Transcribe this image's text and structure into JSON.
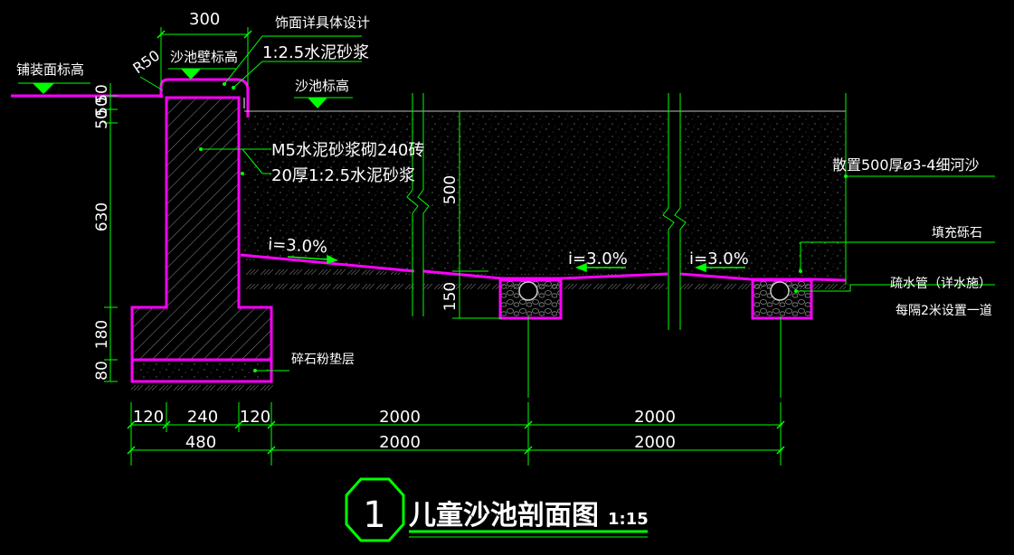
{
  "labels": {
    "paving_level": "铺装面标高",
    "sandpit_wall_level": "沙池壁标高",
    "radius": "R50",
    "finish": "饰面详具体设计",
    "mortar_top": "1:2.5水泥砂浆",
    "sand_level": "沙池标高",
    "brick_wall": "M5水泥砂浆砌240砖",
    "mortar_20": "20厚1:2.5水泥砂浆",
    "sand_fill": "散置500厚ø3-4细河沙",
    "gravel_fill": "填充砾石",
    "drain_pipe": "疏水管（详水施）",
    "drain_spacing": "每隔2米设置一道",
    "gravel_cushion": "碎石粉垫层"
  },
  "slopes": [
    "i=3.0%",
    "i=3.0%",
    "i=3.0%"
  ],
  "dims": {
    "top_width": "300",
    "left_stack": [
      "50",
      "50",
      "50",
      "630",
      "180",
      "80"
    ],
    "sand_depth": "500",
    "trench_depth": "150",
    "bottom_row1": [
      "120",
      "240",
      "120",
      "2000",
      "2000"
    ],
    "bottom_row2": [
      "480",
      "2000",
      "2000"
    ]
  },
  "title": {
    "number": "1",
    "text": "儿童沙池剖面图",
    "scale": "1:15"
  },
  "colors": {
    "magenta": "#ff00ff",
    "green": "#00ff00",
    "white": "#ffffff",
    "background": "#000000"
  }
}
